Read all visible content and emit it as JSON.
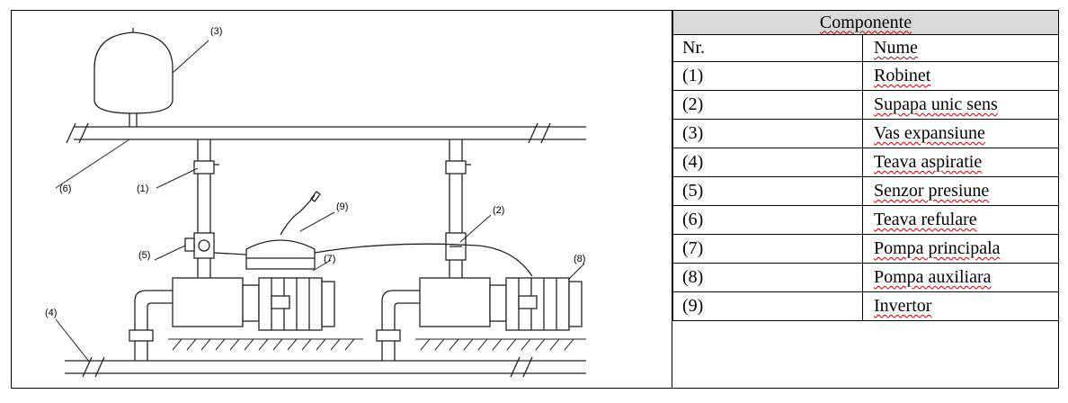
{
  "diagram": {
    "callouts": [
      {
        "id": "c1",
        "text": "(1)"
      },
      {
        "id": "c2",
        "text": "(2)"
      },
      {
        "id": "c3",
        "text": "(3)"
      },
      {
        "id": "c4",
        "text": "(4)"
      },
      {
        "id": "c5",
        "text": "(5)"
      },
      {
        "id": "c6",
        "text": "(6)"
      },
      {
        "id": "c7",
        "text": "(7)"
      },
      {
        "id": "c8",
        "text": "(8)"
      },
      {
        "id": "c9",
        "text": "(9)"
      }
    ]
  },
  "table": {
    "title": "Componente",
    "headers": {
      "nr": "Nr.",
      "name": "Nume"
    },
    "rows": [
      {
        "nr": "(1)",
        "name": "Robinet"
      },
      {
        "nr": "(2)",
        "name": "Supapa unic sens"
      },
      {
        "nr": "(3)",
        "name": "Vas expansiune"
      },
      {
        "nr": "(4)",
        "name": "Teava aspiratie"
      },
      {
        "nr": "(5)",
        "name": "Senzor presiune"
      },
      {
        "nr": "(6)",
        "name": "Teava refulare"
      },
      {
        "nr": "(7)",
        "name": "Pompa principala"
      },
      {
        "nr": "(8)",
        "name": "Pompa auxiliara"
      },
      {
        "nr": "(9)",
        "name": "Invertor"
      }
    ]
  }
}
